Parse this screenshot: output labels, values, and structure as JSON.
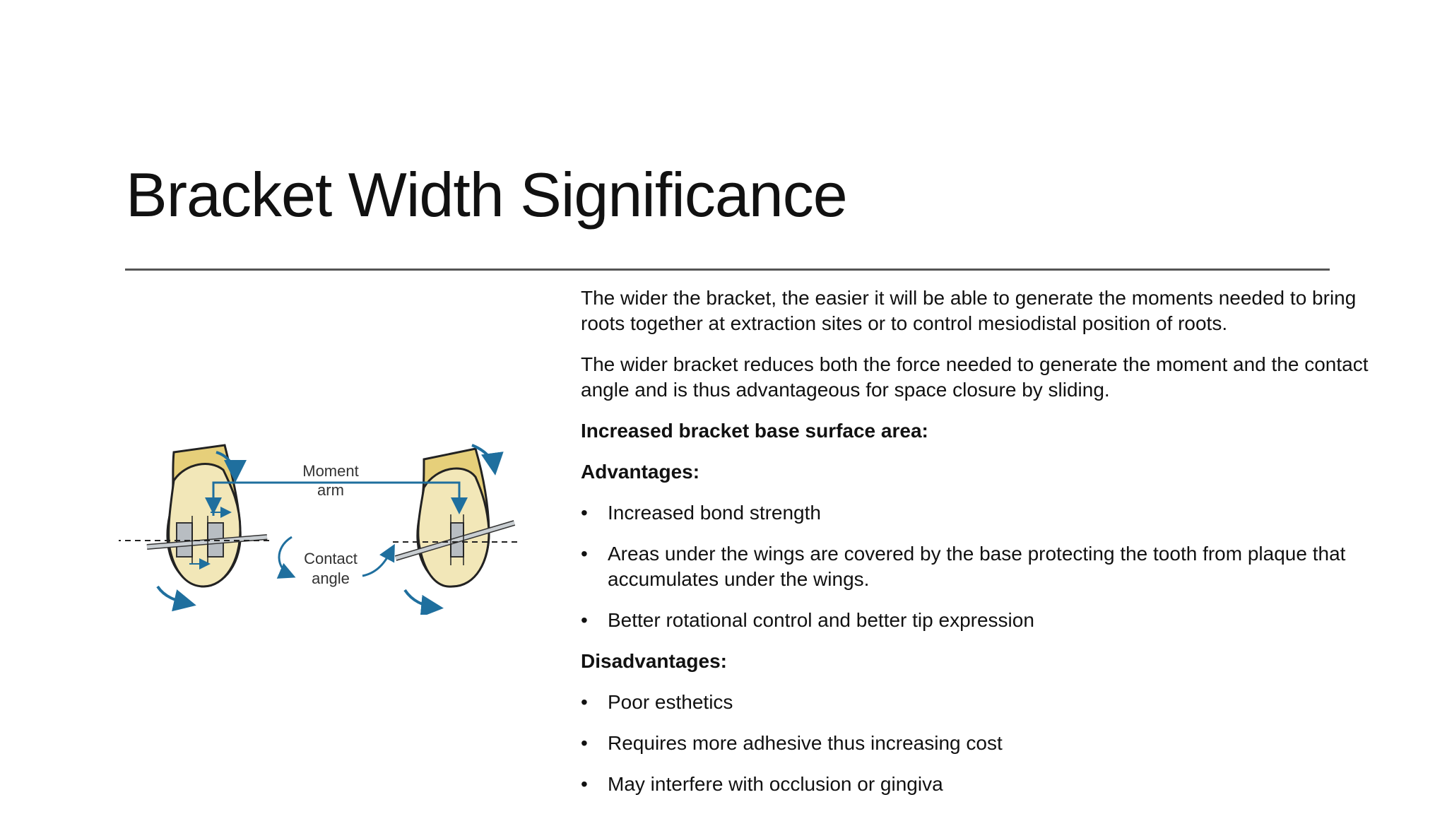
{
  "slide": {
    "title": "Bracket Width Significance"
  },
  "figure": {
    "label_moment": "Moment",
    "label_arm": "arm",
    "label_contact": "Contact",
    "label_angle": "angle",
    "colors": {
      "arrow": "#1f6f9e",
      "tooth_fill": "#f2e7b8",
      "crown_fill": "#e6cf7a",
      "bracket": "#b8bdc2"
    }
  },
  "body": {
    "p1": "The wider the bracket, the easier it will be able to generate the moments needed to bring roots together at extraction sites or to control mesiodistal position of roots.",
    "p2": "The wider bracket reduces both the force needed to generate the moment and the contact angle and is thus advantageous for space closure by sliding.",
    "heading_base": "Increased bracket base surface area:",
    "heading_adv": "Advantages:",
    "advantages": [
      "Increased bond strength",
      "Areas under the wings are covered by the base protecting the tooth from plaque that accumulates under the wings.",
      "Better rotational control and better tip expression"
    ],
    "heading_dis": "Disadvantages:",
    "disadvantages": [
      "Poor esthetics",
      "Requires more adhesive thus increasing cost",
      "May interfere with occlusion or gingiva"
    ],
    "bullet_char": "•"
  }
}
